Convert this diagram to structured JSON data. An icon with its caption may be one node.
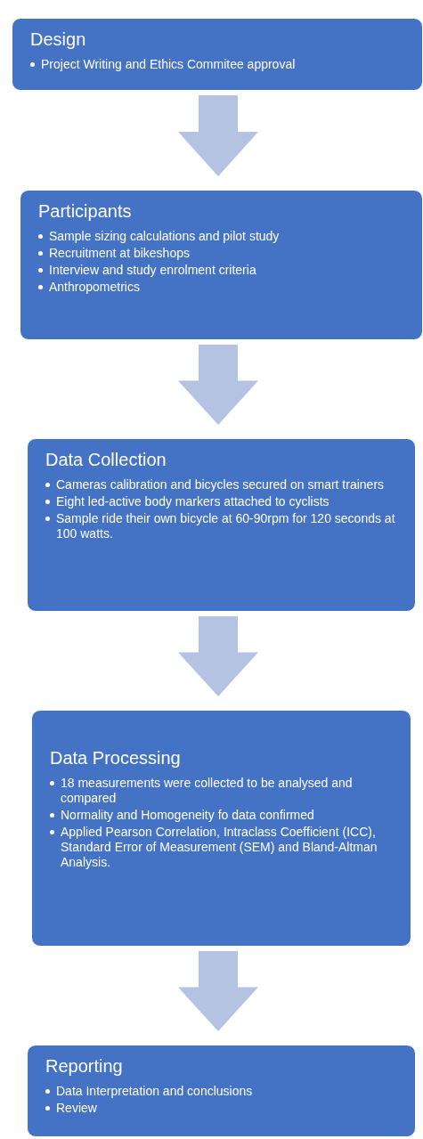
{
  "diagram": {
    "nodes": [
      {
        "text": [
          "Design",
          "Project Writing and Ethics Commitee approval"
        ]
      },
      {
        "text": [
          "Participants",
          "Sample sizing calculations and pilot study",
          "Recruitment at bikeshops",
          "Interview and study enrolment criteria",
          "Anthropometrics"
        ]
      },
      {
        "text": [
          "Data Collection",
          "Cameras calibration and bicycles secured on smart trainers",
          "Eight led-active body markers attached to cyclists",
          "Sample ride their own bicycle at 60-90rpm for 120 seconds at 100 watts."
        ]
      },
      {
        "text": [
          "Data Processing",
          "18 measurements were collected to be analysed and compared",
          "Normality and Homogeneity fo data confirmed",
          "Applied Pearson Correlation, Intraclass Coefficient (ICC), Standard Error of Measurement (SEM) and Bland-Altman Analysis."
        ]
      },
      {
        "text": [
          "Reporting",
          "Data Interpretation and conclusions",
          "Review"
        ]
      }
    ],
    "edges": [
      {
        "from": 0,
        "to": 1,
        "arrow": "to"
      },
      {
        "from": 1,
        "to": 2,
        "arrow": "to"
      },
      {
        "from": 2,
        "to": 3,
        "arrow": "to"
      },
      {
        "from": 3,
        "to": 4,
        "arrow": "to"
      }
    ]
  }
}
